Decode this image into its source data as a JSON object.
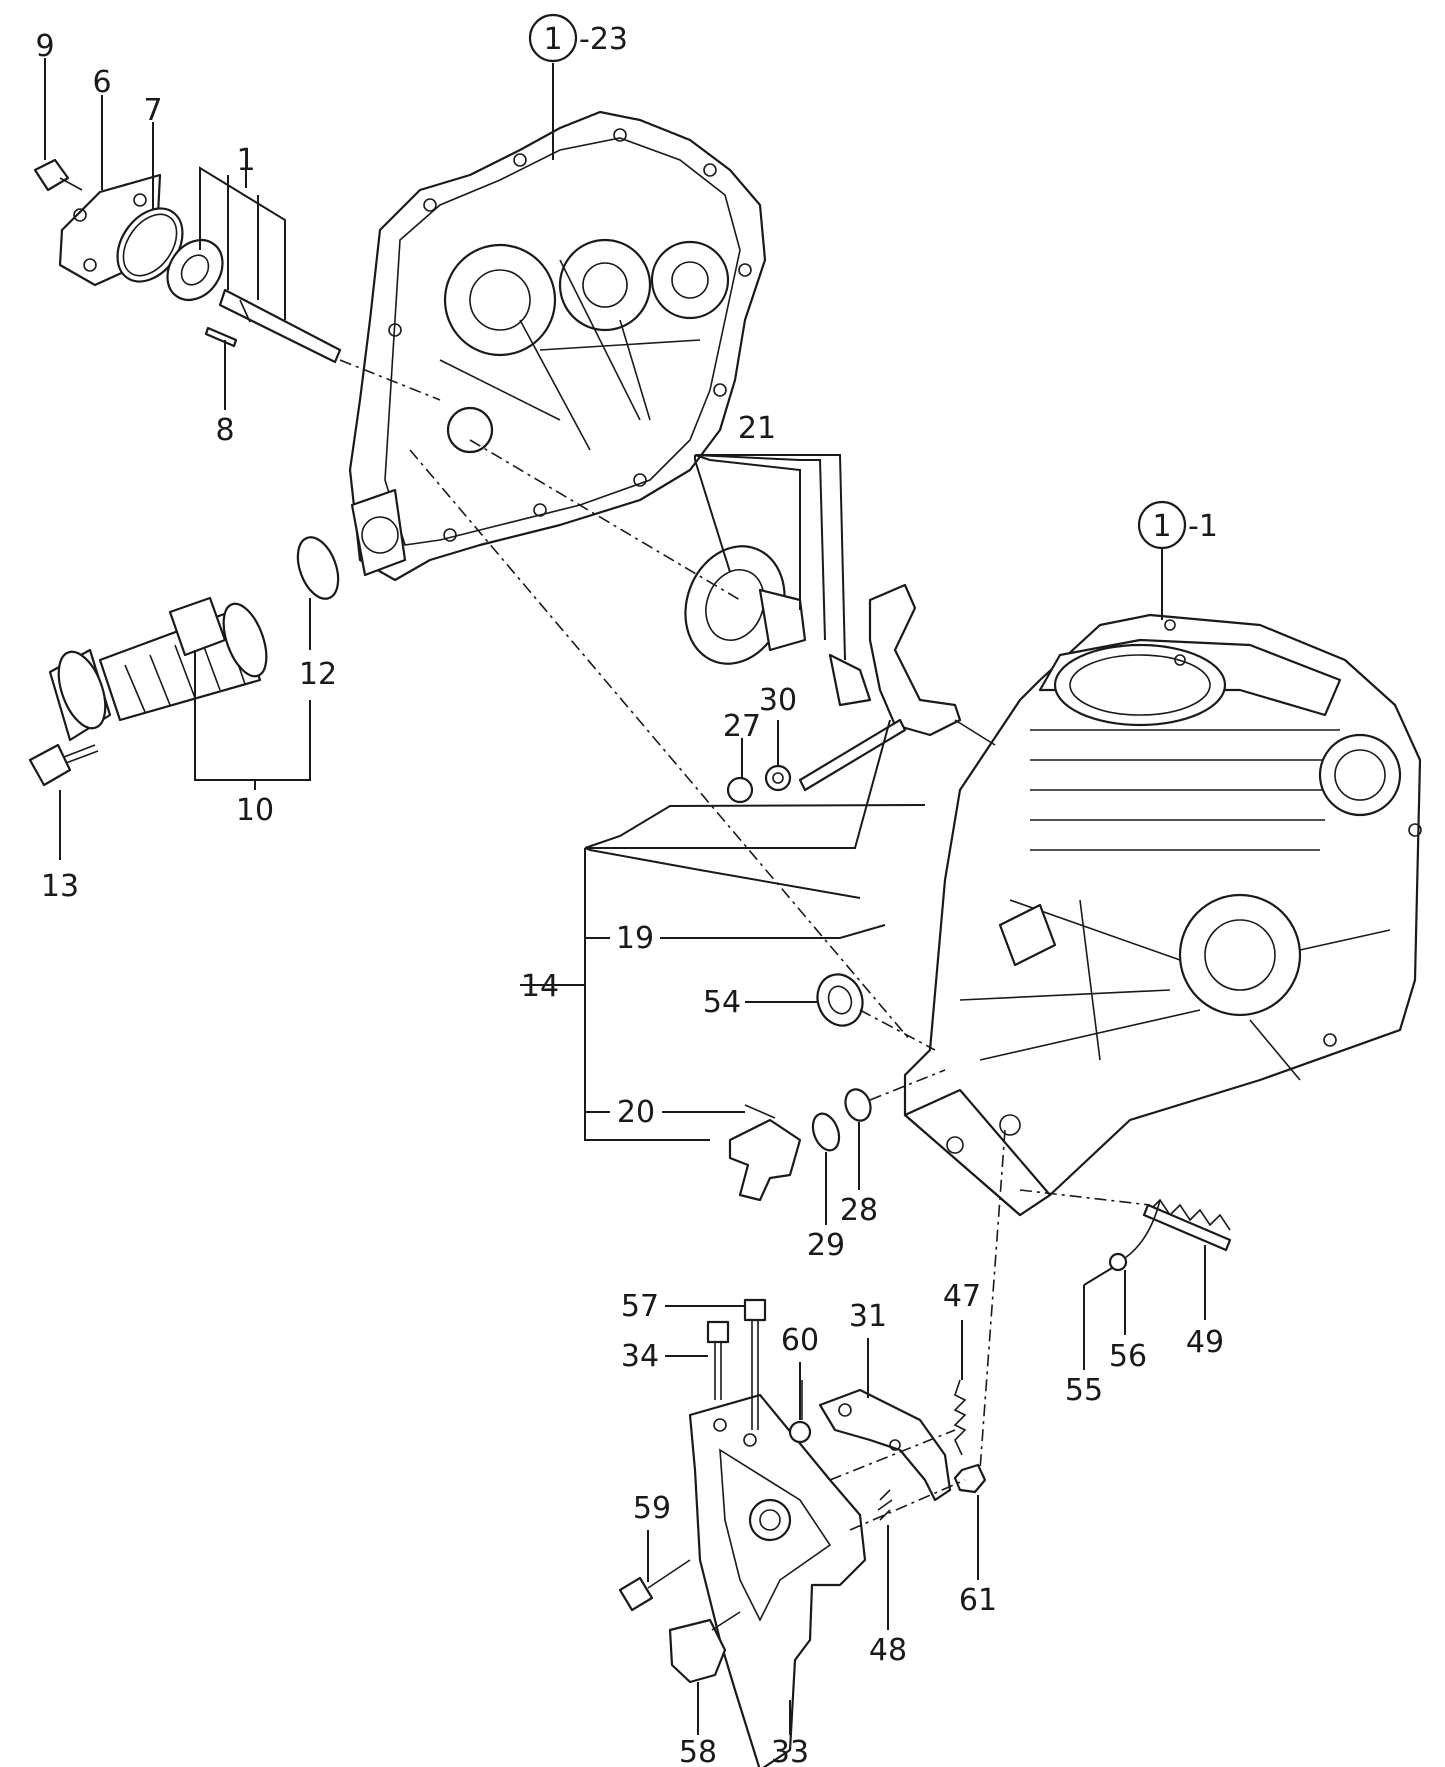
{
  "diagram": {
    "labels": [
      {
        "id": "9",
        "text": "9"
      },
      {
        "id": "6",
        "text": "6"
      },
      {
        "id": "7",
        "text": "7"
      },
      {
        "id": "1",
        "text": "1"
      },
      {
        "id": "8",
        "text": "8"
      },
      {
        "id": "ref23",
        "text": "1",
        "suffix": "-23"
      },
      {
        "id": "ref1",
        "text": "1",
        "suffix": "-1"
      },
      {
        "id": "21",
        "text": "21"
      },
      {
        "id": "12",
        "text": "12"
      },
      {
        "id": "10",
        "text": "10"
      },
      {
        "id": "13",
        "text": "13"
      },
      {
        "id": "30",
        "text": "30"
      },
      {
        "id": "27",
        "text": "27"
      },
      {
        "id": "19",
        "text": "19"
      },
      {
        "id": "14",
        "text": "14"
      },
      {
        "id": "54",
        "text": "54"
      },
      {
        "id": "20",
        "text": "20"
      },
      {
        "id": "29",
        "text": "29"
      },
      {
        "id": "28",
        "text": "28"
      },
      {
        "id": "57",
        "text": "57"
      },
      {
        "id": "34",
        "text": "34"
      },
      {
        "id": "60",
        "text": "60"
      },
      {
        "id": "31",
        "text": "31"
      },
      {
        "id": "47",
        "text": "47"
      },
      {
        "id": "55",
        "text": "55"
      },
      {
        "id": "56",
        "text": "56"
      },
      {
        "id": "49",
        "text": "49"
      },
      {
        "id": "59",
        "text": "59"
      },
      {
        "id": "48",
        "text": "48"
      },
      {
        "id": "61",
        "text": "61"
      },
      {
        "id": "58",
        "text": "58"
      },
      {
        "id": "33",
        "text": "33"
      }
    ]
  }
}
